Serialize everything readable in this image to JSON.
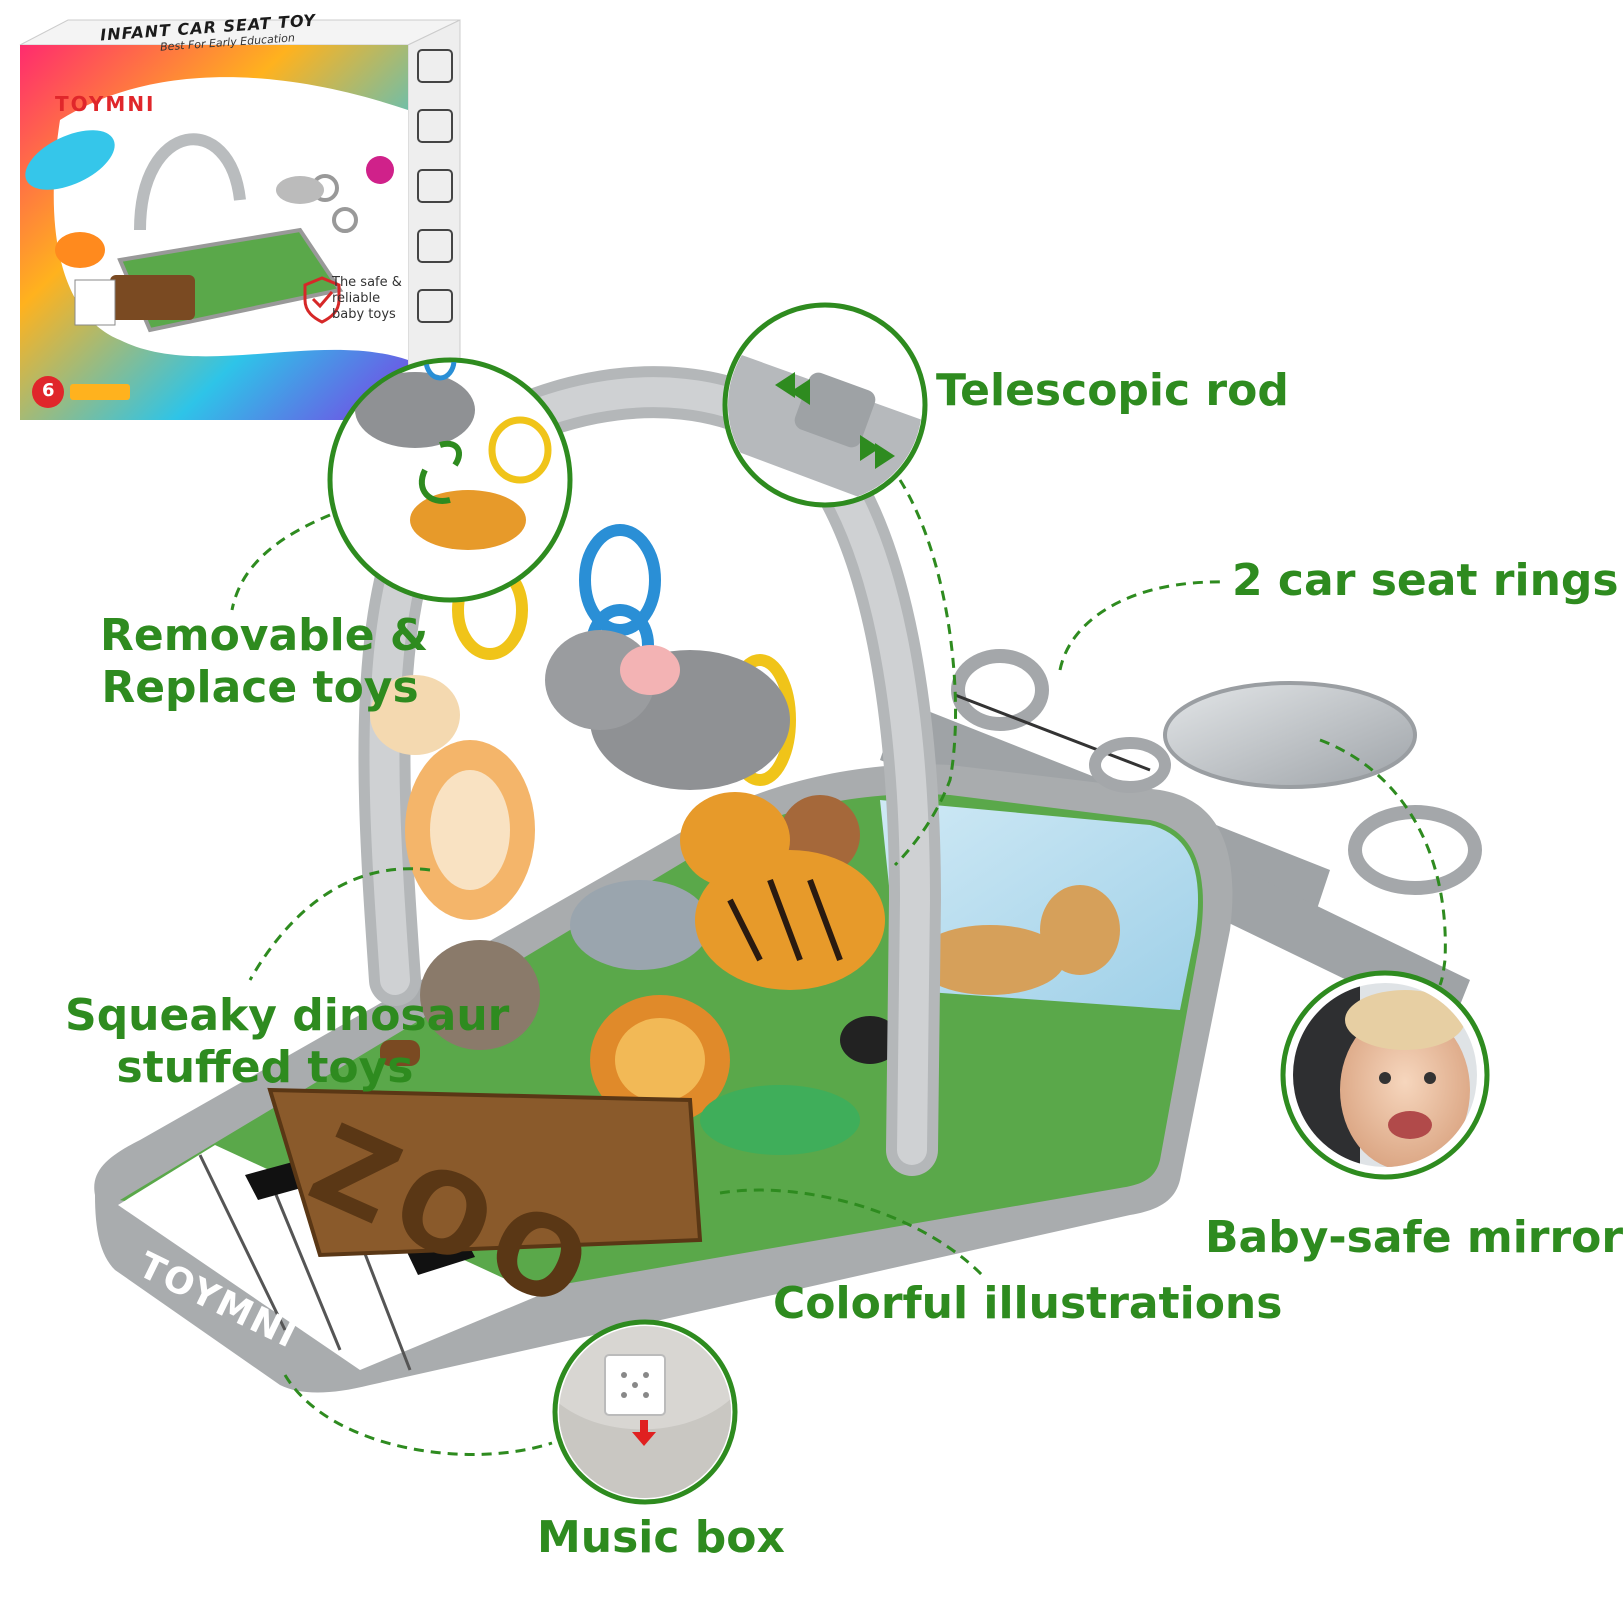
{
  "box": {
    "title": "INFANT CAR SEAT TOY",
    "subtitle": "Best For Early Education",
    "brand": "TOYMNI",
    "safe_line1": "The safe &",
    "safe_line2": "reliable",
    "safe_line3": "baby toys",
    "age": "6"
  },
  "mat": {
    "zoo_text": "ZOO",
    "brand": "TOYMNI"
  },
  "callouts": {
    "telescopic_rod": "Telescopic rod",
    "car_seat_rings": "2 car seat rings",
    "removable_line1": "Removable &",
    "removable_line2": "Replace toys",
    "squeaky_line1": "Squeaky dinosaur",
    "squeaky_line2": "stuffed toys",
    "mirror": "Baby-safe mirror",
    "illustrations": "Colorful illustrations",
    "music_box": "Music box"
  },
  "colors": {
    "callout_green": "#2e8b1f",
    "mat_gray": "#a9acae",
    "arch_gray": "#c6c8ca",
    "zoo_brown": "#7a4a22",
    "jungle_green": "#4f9a3a"
  },
  "icons": [
    "rotate-arrows-icon",
    "double-chevron-left-icon",
    "double-chevron-right-icon",
    "speaker-icon",
    "shield-check-icon",
    "down-arrow-icon"
  ]
}
